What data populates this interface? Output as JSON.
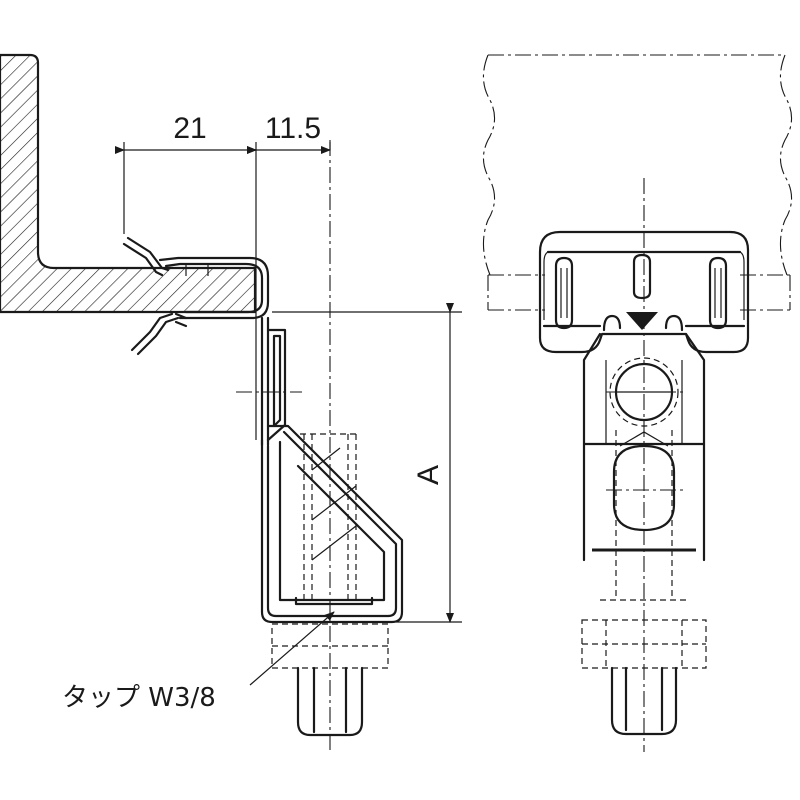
{
  "figure": {
    "dim_21": "21",
    "dim_11_5": "11.5",
    "dim_a": "A",
    "tap_label": "タップ W3/8"
  }
}
